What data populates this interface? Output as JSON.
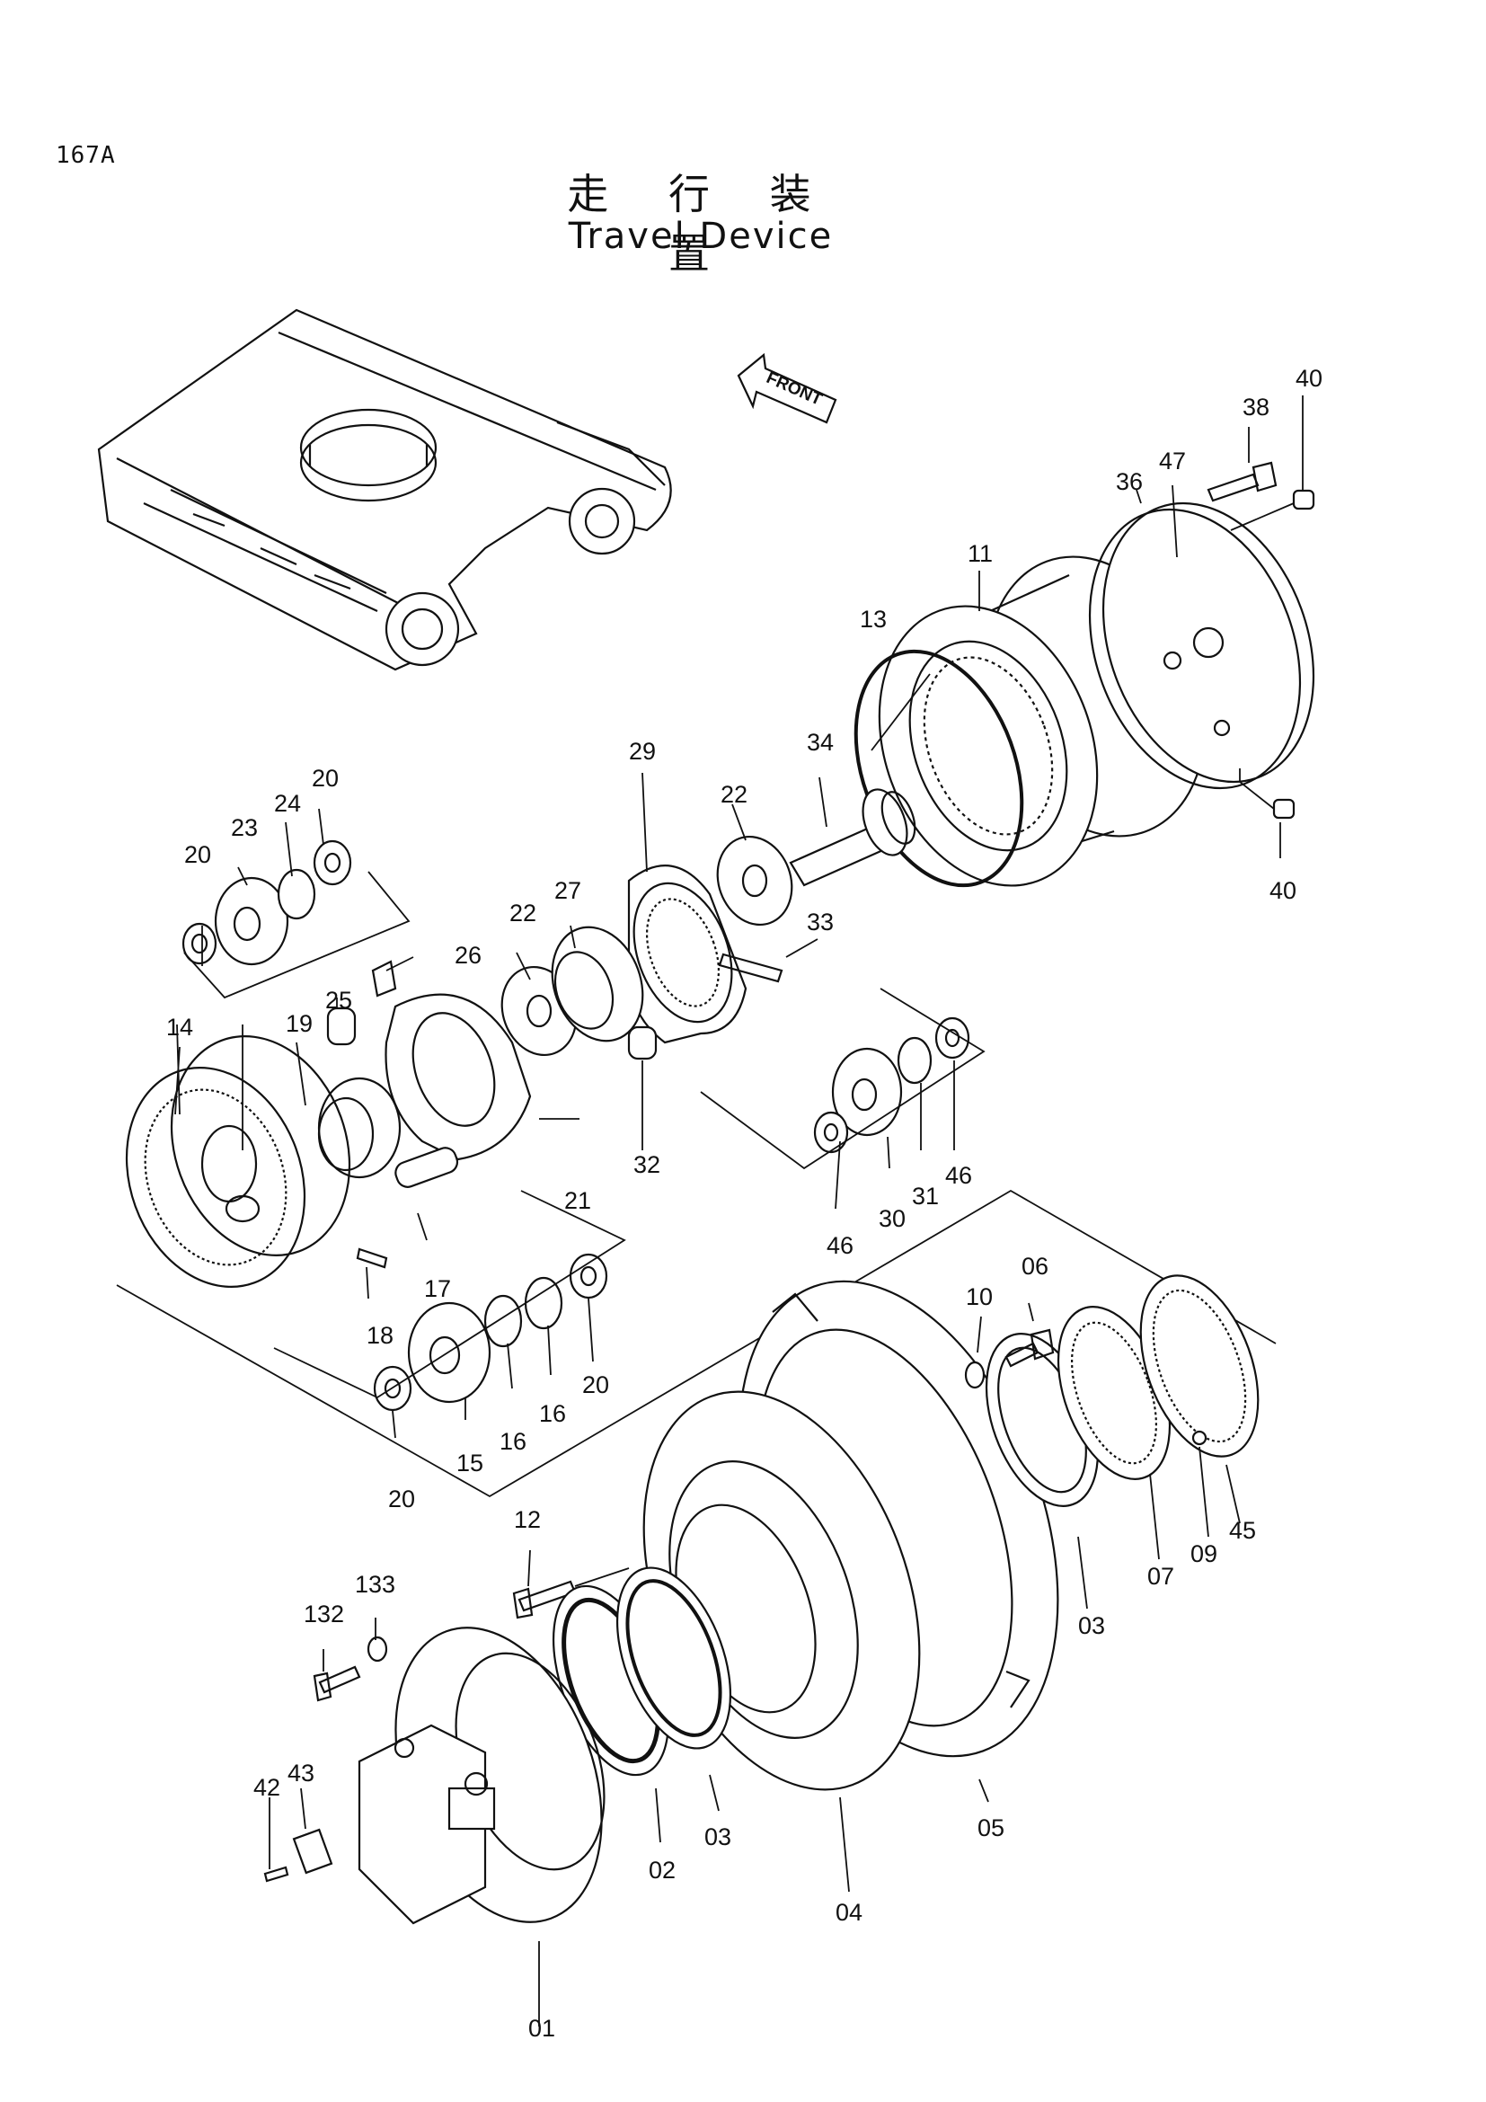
{
  "page": {
    "code": "167A",
    "title_jp": "走 行 装 置",
    "title_en": "Travel Device",
    "front_marker": "FRONT"
  },
  "colors": {
    "ink": "#111111",
    "paper": "#ffffff"
  },
  "callouts": [
    "01",
    "02",
    "03",
    "03",
    "04",
    "05",
    "06",
    "07",
    "09",
    "10",
    "11",
    "12",
    "13",
    "14",
    "15",
    "16",
    "16",
    "17",
    "18",
    "19",
    "20",
    "20",
    "20",
    "20",
    "21",
    "22",
    "22",
    "23",
    "24",
    "25",
    "26",
    "27",
    "29",
    "30",
    "31",
    "32",
    "33",
    "34",
    "36",
    "38",
    "40",
    "40",
    "42",
    "43",
    "45",
    "46",
    "46",
    "47",
    "132",
    "133"
  ]
}
